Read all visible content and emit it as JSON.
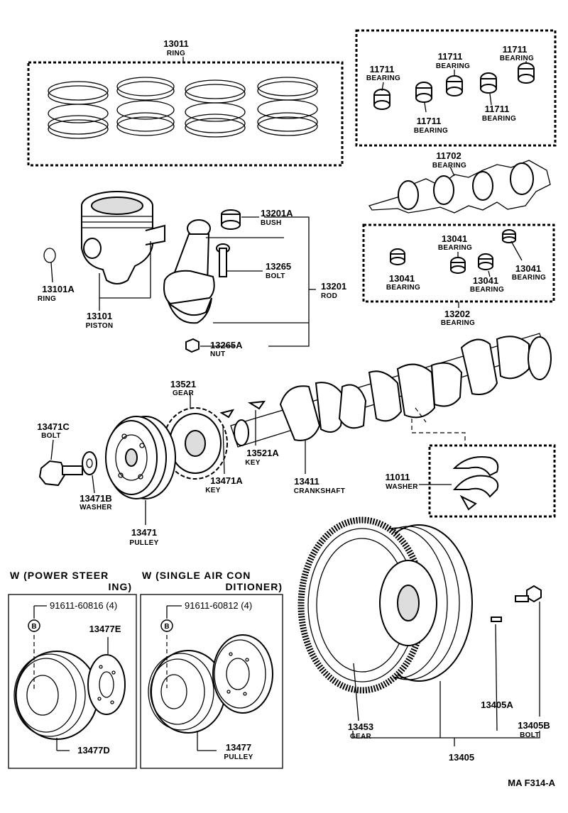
{
  "labels": {
    "p13011": {
      "num": "13011",
      "name": "RING"
    },
    "p11711a": {
      "num": "11711",
      "name": "BEARING"
    },
    "p11711b": {
      "num": "11711",
      "name": "BEARING"
    },
    "p11711c": {
      "num": "11711",
      "name": "BEARING"
    },
    "p11711d": {
      "num": "11711",
      "name": "BEARING"
    },
    "p11711e": {
      "num": "11711",
      "name": "BEARING"
    },
    "p11702": {
      "num": "11702",
      "name": "BEARING"
    },
    "p13201A": {
      "num": "13201A",
      "name": "BUSH"
    },
    "p13265": {
      "num": "13265",
      "name": "BOLT"
    },
    "p13201": {
      "num": "13201",
      "name": "ROD"
    },
    "p13265A": {
      "num": "13265A",
      "name": "NUT"
    },
    "p13101A": {
      "num": "13101A",
      "name": "RING"
    },
    "p13101": {
      "num": "13101",
      "name": "PISTON"
    },
    "p13041a": {
      "num": "13041",
      "name": "BEARING"
    },
    "p13041b": {
      "num": "13041",
      "name": "BEARING"
    },
    "p13041c": {
      "num": "13041",
      "name": "BEARING"
    },
    "p13041d": {
      "num": "13041",
      "name": "BEARING"
    },
    "p13202": {
      "num": "13202",
      "name": "BEARING"
    },
    "p13521": {
      "num": "13521",
      "name": "GEAR"
    },
    "p13471C": {
      "num": "13471C",
      "name": "BOLT"
    },
    "p13521A": {
      "num": "13521A",
      "name": "KEY"
    },
    "p13411": {
      "num": "13411",
      "name": "CRANKSHAFT"
    },
    "p11011": {
      "num": "11011",
      "name": "WASHER"
    },
    "p13471B": {
      "num": "13471B",
      "name": "WASHER"
    },
    "p13471A": {
      "num": "13471A",
      "name": "KEY"
    },
    "p13471": {
      "num": "13471",
      "name": "PULLEY"
    },
    "p13453": {
      "num": "13453",
      "name": "GEAR"
    },
    "p13405": {
      "num": "13405",
      "name": ""
    },
    "p13405A": {
      "num": "13405A",
      "name": ""
    },
    "p13405B": {
      "num": "13405B",
      "name": "BOLT"
    },
    "p13477E": {
      "num": "13477E",
      "name": ""
    },
    "p13477D": {
      "num": "13477D",
      "name": ""
    },
    "p13477": {
      "num": "13477",
      "name": "PULLEY"
    },
    "bolt91611a": {
      "num": "91611-60816 (4)",
      "name": ""
    },
    "bolt91611b": {
      "num": "91611-60812 (4)",
      "name": ""
    }
  },
  "sections": {
    "power_steering": {
      "line1": "W (POWER  STEER",
      "line2": "ING)"
    },
    "air_con": {
      "line1": "W (SINGLE  AIR  CON",
      "line2": "DITIONER)"
    }
  },
  "markers": {
    "b1": "B",
    "b2": "B"
  },
  "footer_code": "MA F314-A"
}
